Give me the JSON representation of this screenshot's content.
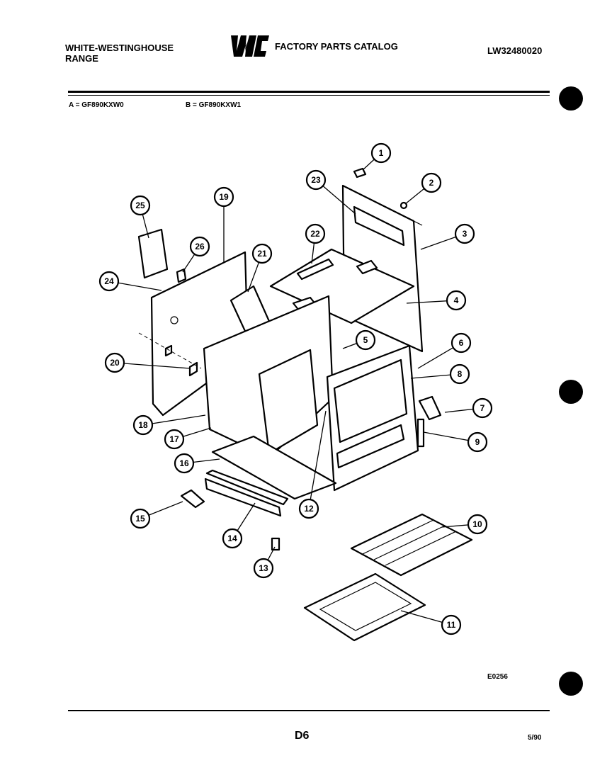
{
  "header": {
    "brand_line1": "WHITE-WESTINGHOUSE",
    "brand_line2": "RANGE",
    "logo_text": "WCI",
    "catalog_title": "FACTORY PARTS CATALOG",
    "catalog_number": "LW32480020"
  },
  "models": {
    "a": "A = GF890KXW0",
    "b": "B = GF890KXW1"
  },
  "callouts": [
    "1",
    "2",
    "3",
    "4",
    "5",
    "6",
    "7",
    "8",
    "9",
    "10",
    "11",
    "12",
    "13",
    "14",
    "15",
    "16",
    "17",
    "18",
    "19",
    "20",
    "21",
    "22",
    "23",
    "24",
    "25",
    "26"
  ],
  "footer": {
    "drawing_code": "E0256",
    "page": "D6",
    "date": "5/90"
  }
}
